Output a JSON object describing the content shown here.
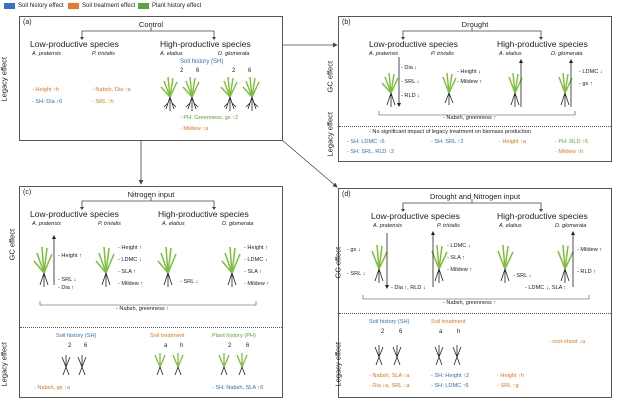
{
  "legend": [
    {
      "label": "Soil history effect",
      "color": "#3a6fd0"
    },
    {
      "label": "Soil treatment effect",
      "color": "#e97a2a"
    },
    {
      "label": "Plant history effect",
      "color": "#5aa637"
    }
  ],
  "side_labels": {
    "legacy": "Legacy effect",
    "gc": "GC effect"
  },
  "groups": {
    "low": "Low-productive species",
    "high": "High-productive species"
  },
  "species": {
    "a_pratensis": "A. pratensis",
    "p_trivialis": "P. trivialis",
    "a_elatius": "A. elatius",
    "d_glomerata": "D. glomerata"
  },
  "panel_a": {
    "letter": "(a)",
    "title": "Control",
    "soil_history": "Soil history (SH)",
    "nums": [
      "2",
      "6",
      "2",
      "6"
    ],
    "height": "- Height ↑h",
    "sh_dia": "- SH: Dia ↑6",
    "nabsh": "- Nabsh, Dia ↑a",
    "srl": "- SRL ↑h",
    "ph": "- PH: Greenness, gs ↑2",
    "mildew": "- Mildew ↑a"
  },
  "panel_b": {
    "letter": "(b)",
    "title": "Drought",
    "dia": "- Dia ↓",
    "srl": "- SRL ↓",
    "rld": "- RLD ↓",
    "height": "- Height ↓",
    "mildew": "- Mildew ↑",
    "ldmc": "- LDMC ↓",
    "gs": "- gs ↑",
    "nabsh_green": "- Nabsh, greenness ↑",
    "no_sig": "- No significant impact of legacy treatment on biomass production",
    "sh_ldmc": "- SH: LDMC ↑6",
    "sh_srl_rld": "- SH: SRL, RLD ↑2",
    "sh_srl": "- SH: SRL ↑2",
    "height_a": "- Height ↑a",
    "ph_rld": "- PH: RLD ↑6",
    "mildew_h": "- Mildew ↑h"
  },
  "panel_c": {
    "letter": "(c)",
    "title": "Nitrogen input",
    "height": "- Height ↑",
    "srl": "- SRL ↓",
    "dia": "- Dia ↑",
    "p_height": "- Height ↑",
    "p_ldmc": "- LDMC ↓",
    "p_sla": "- SLA ↑",
    "p_mildew": "- Mildew ↑",
    "e_srl": "- SRL ↓",
    "d_height": "- Height ↑",
    "d_ldmc": "- LDMC ↓",
    "d_sla": "- SLA ↑",
    "d_mildew": "- Mildew ↑",
    "nabsh_green": "- Nabsh, greenness ↑",
    "soil_history": "Soil history (SH)",
    "soil_treatment": "Soil treatment",
    "plant_history": "Plant history (PH)",
    "nums": [
      "2",
      "6"
    ],
    "a": "a",
    "h": "h",
    "n2": "2",
    "n6": "6",
    "nabsh_gs": "- Nabsh, gs ↑a",
    "sh_nabsh_sla": "- SH: Nabsh, SLA ↑6"
  },
  "panel_d": {
    "letter": "(d)",
    "title": "Drought and Nitrogen input",
    "gs": "- gs ↓",
    "srl": "- SRL ↓",
    "ldmc": "- LDMC ↓",
    "sla": "- SLA ↑",
    "mildew": "- Mildew ↑",
    "dia_rld": "- Dia ↑, RLD ↓",
    "e_srl": "- SRL ↓",
    "d_mildew": "- Mildew ↑",
    "d_rld": "- RLD ↑",
    "d_ldmc_sla": "- LDMC ↓, SLA ↑",
    "nabsh_green": "- Nabsh, greenness ↑",
    "soil_history": "Soil history (SH)",
    "soil_treatment": "Soil treatment",
    "nums": [
      "2",
      "6"
    ],
    "a": "a",
    "h": "h",
    "nabsh_sla": "- Nabsh, SLA ↑a",
    "dia_srl": "- Dia ↓a, SRL ↓a",
    "sh_height": "- SH: Height ↑2",
    "sh_ldmc": "- SH: LDMC ↑6",
    "height_h": "- Height ↑h",
    "srl_g": "- SRL ↑g",
    "root_shoot": "- root-shoot ↓a"
  }
}
